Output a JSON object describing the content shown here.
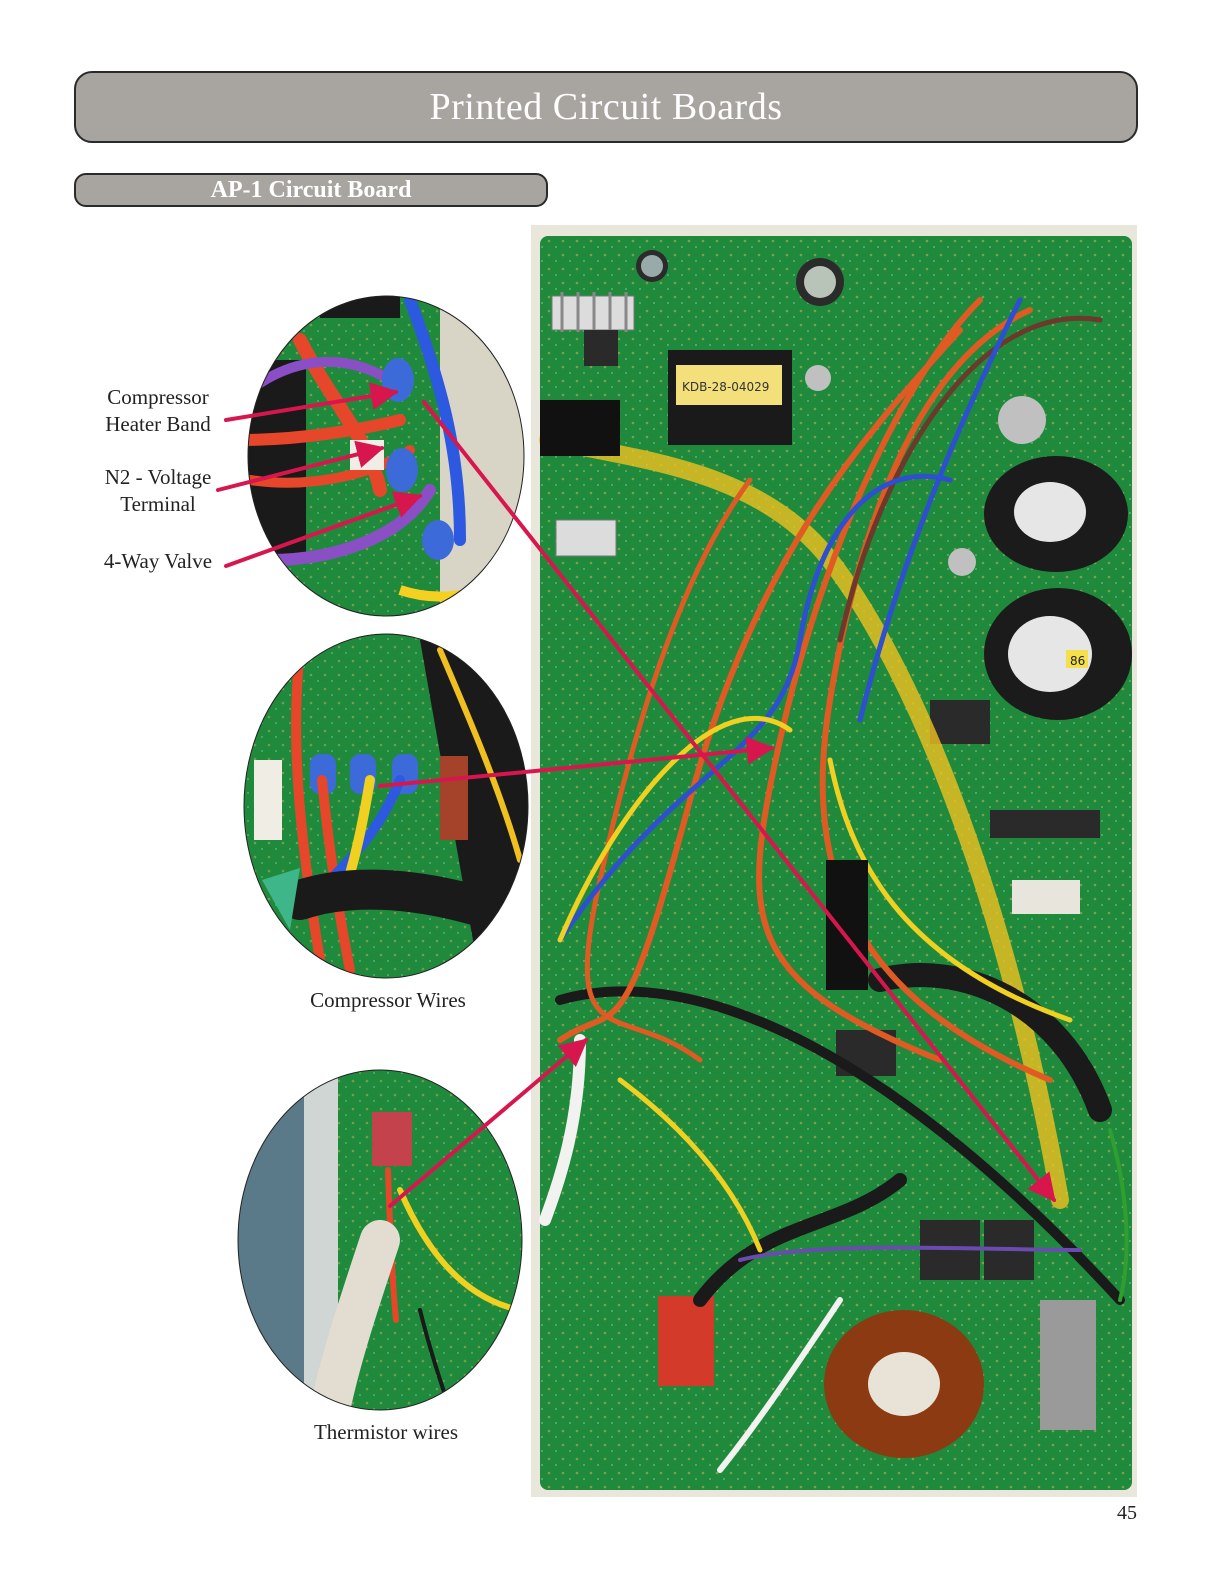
{
  "header": {
    "title": "Printed Circuit Boards"
  },
  "section": {
    "title": "AP-1 Circuit Board"
  },
  "callouts": {
    "compressor_heater_band": [
      "Compressor",
      "Heater Band"
    ],
    "n2_voltage_terminal": [
      "N2 - Voltage",
      "Terminal"
    ],
    "four_way_valve": "4-Way Valve"
  },
  "captions": {
    "compressor_wires": "Compressor Wires",
    "thermistor_wires": "Thermistor wires"
  },
  "board_text": {
    "transformer": "KDB-28-04029",
    "capacitor": "86"
  },
  "footer": {
    "page_number": "45"
  },
  "colors": {
    "banner_fill": "#a8a4a0",
    "arrow": "#d8164e",
    "pcb_green": "#1f8a3c"
  }
}
